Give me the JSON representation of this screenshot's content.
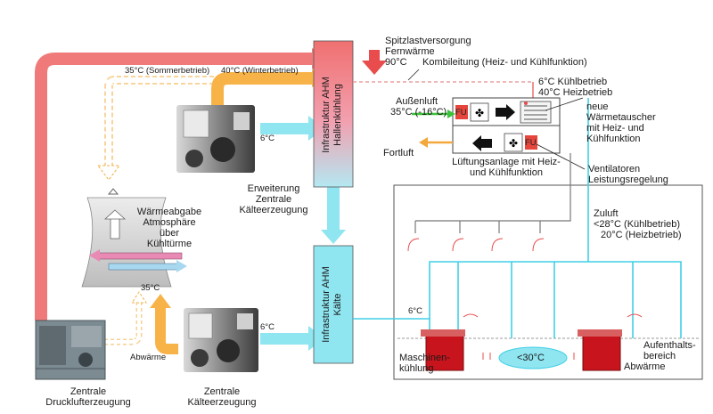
{
  "labels": {
    "spitzlast_1": "Spitzlastversorgung",
    "spitzlast_2": "Fernwärme",
    "spitzlast_3": "90°C",
    "kombileitung": "Kombileitung (Heiz- und Kühlfunktion)",
    "kuehlbetrieb": "6°C   Kühlbetrieb",
    "heizbetrieb": "40°C  Heizbetrieb",
    "aussenluft_1": "Außenluft",
    "aussenluft_2": "35°C (-16°C)",
    "fortluft": "Fortluft",
    "lueftung_1": "Lüftungsanlage mit Heiz-",
    "lueftung_2": "und Kühlfunktion",
    "waermetauscher_1": "neue",
    "waermetauscher_2": "Wärmetauscher",
    "waermetauscher_3": "mit Heiz- und",
    "waermetauscher_4": "Kühlfunktion",
    "ventilatoren_1": "Ventilatoren",
    "ventilatoren_2": "Leistungsregelung",
    "zuluft_1": "Zuluft",
    "zuluft_2": "<28°C (Kühlbetrieb)",
    "zuluft_3": "20°C (Heizbetrieb)",
    "sommer": "35°C (Sommerbetrieb)",
    "winter": "40°C (Winterbetrieb)",
    "temp_6c_upper": "6°C",
    "temp_6c_lower": "6°C",
    "temp_6c_hall": "6°C",
    "temp_35c": "35°C",
    "abwaerme_left": "Abwärme",
    "waermeabgabe_1": "Wärmeabgabe",
    "waermeabgabe_2": "Atmosphäre",
    "waermeabgabe_3": "über",
    "waermeabgabe_4": "Kühltürme",
    "erweiterung_1": "Erweiterung",
    "erweiterung_2": "Zentrale",
    "erweiterung_3": "Kälteerzeugung",
    "zentrale_kaelte_1": "Zentrale",
    "zentrale_kaelte_2": "Kälteerzeugung",
    "druckluft_1": "Zentrale",
    "druckluft_2": "Drucklufterzeugung",
    "ahm_hall_1": "Infrastruktur AHM",
    "ahm_hall_2": "Hallenkühlung",
    "ahm_kaelte_1": "Infrastruktur AHM",
    "ahm_kaelte_2": "Kälte",
    "fu_1": "FU",
    "fu_2": "FU",
    "maschinen_1": "Maschinen-",
    "maschinen_2": "kühlung",
    "lt30": "<30°C",
    "aufenthalt_1": "Aufenthalts-",
    "aufenthalt_2": "bereich",
    "abwaerme_right": "Abwärme"
  },
  "colors": {
    "hot": "#f26b6b",
    "warm": "#f7b348",
    "cold": "#8fe5f0",
    "cold_line": "#3fd0e6",
    "fu": "#e6453c",
    "machine": "#c8141c",
    "green": "#3cc23c",
    "orange": "#f2a83a"
  }
}
